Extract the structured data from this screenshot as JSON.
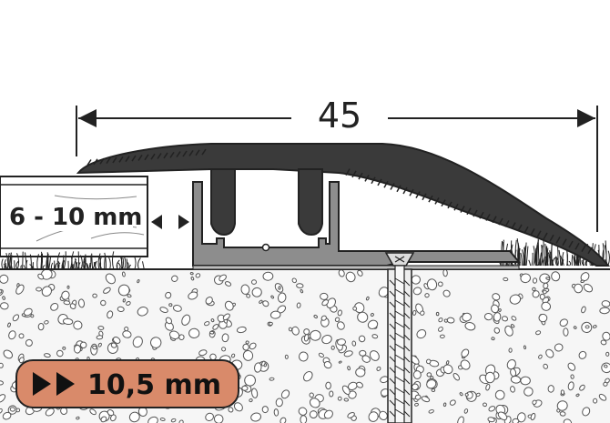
{
  "diagram": {
    "width_dimension": "45",
    "thickness_range": "6 - 10 mm",
    "badge_value": "10,5 mm",
    "colors": {
      "line": "#222222",
      "profile": "#3a3a3a",
      "base_profile": "#8d8d8d",
      "concrete_fill": "#f4f4f4",
      "pebble_stroke": "#555555",
      "badge_fill": "#d98a6a",
      "badge_stroke": "#222222",
      "screw_fill": "#eeeeee"
    }
  }
}
